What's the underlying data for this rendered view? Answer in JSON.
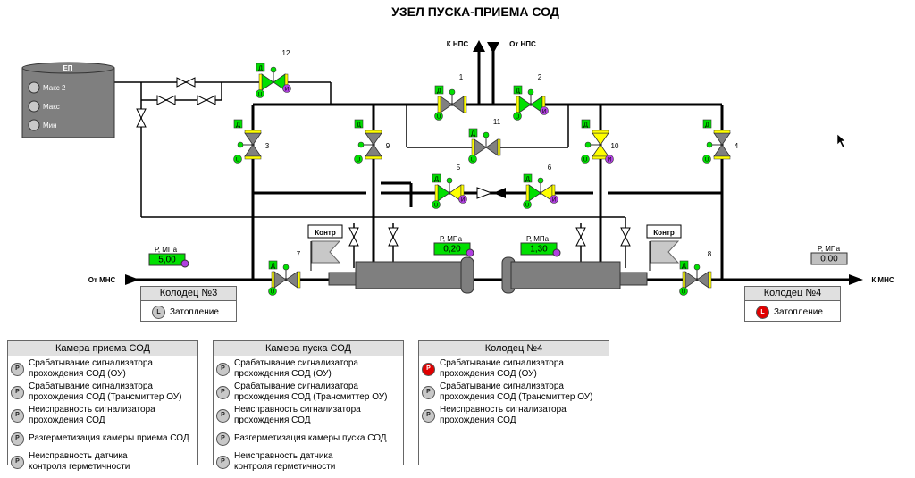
{
  "title": "УЗЕЛ ПУСКА-ПРИЕМА СОД",
  "tank": {
    "label": "ЕП",
    "levels": [
      "Макс 2",
      "Макс",
      "Мин"
    ]
  },
  "flow_labels": {
    "to_nps": "К НПС",
    "from_nps": "От НПС",
    "from_mns": "От МНС",
    "to_mns": "К МНС"
  },
  "valves": [
    "12",
    "1",
    "2",
    "11",
    "3",
    "9",
    "10",
    "4",
    "5",
    "6",
    "7",
    "8"
  ],
  "valve_tags": {
    "d": "Д",
    "u": "U",
    "v": "И"
  },
  "gauges": {
    "unit": "Р, МПа",
    "g1": "5,00",
    "g2": "0,20",
    "g3": "1,30",
    "g4": "0,00"
  },
  "kontr": [
    "Контр",
    "Контр"
  ],
  "wells": [
    {
      "title": "Колодец №3",
      "lamp": "L",
      "text": "Затопление",
      "active": false
    },
    {
      "title": "Колодец №4",
      "lamp": "L",
      "text": "Затопление",
      "active": true
    }
  ],
  "panels": [
    {
      "title": "Камера приема СОД",
      "rows": [
        {
          "lamp": "P",
          "text": "Срабатывание сигнализатора\nпрохождения СОД (ОУ)",
          "active": false
        },
        {
          "lamp": "P",
          "text": "Срабатывание сигнализатора\nпрохождения СОД (Трансмиттер ОУ)",
          "active": false
        },
        {
          "lamp": "P",
          "text": "Неисправность сигнализатора\nпрохождения СОД",
          "active": false
        },
        {
          "lamp": "P",
          "text": "Разгерметизация камеры приема СОД",
          "active": false
        },
        {
          "lamp": "P",
          "text": "Неисправность датчика\nконтроля герметичности",
          "active": false
        }
      ]
    },
    {
      "title": "Камера пуска СОД",
      "rows": [
        {
          "lamp": "P",
          "text": "Срабатывание сигнализатора\nпрохождения СОД (ОУ)",
          "active": false
        },
        {
          "lamp": "P",
          "text": "Срабатывание сигнализатора\nпрохождения СОД (Трансмиттер ОУ)",
          "active": false
        },
        {
          "lamp": "P",
          "text": "Неисправность сигнализатора\nпрохождения СОД",
          "active": false
        },
        {
          "lamp": "P",
          "text": "Разгерметизация камеры пуска СОД",
          "active": false
        },
        {
          "lamp": "P",
          "text": "Неисправность датчика\nконтроля герметичности",
          "active": false
        }
      ]
    },
    {
      "title": "Колодец №4",
      "rows": [
        {
          "lamp": "P",
          "text": "Срабатывание сигнализатора\nпрохождения СОД (ОУ)",
          "active": true
        },
        {
          "lamp": "P",
          "text": "Срабатывание сигнализатора\nпрохождения СОД (Трансмиттер ОУ)",
          "active": false
        },
        {
          "lamp": "P",
          "text": "Неисправность сигнализатора\nпрохождения СОД",
          "active": false
        }
      ]
    }
  ],
  "colors": {
    "green": "#00e000",
    "gray_valve": "#808080",
    "yellow": "#ffff00",
    "purple": "#b040e0",
    "alarm_red": "#e00000",
    "gauge_green": "#00e000",
    "gauge_gray": "#c0c0c0"
  }
}
